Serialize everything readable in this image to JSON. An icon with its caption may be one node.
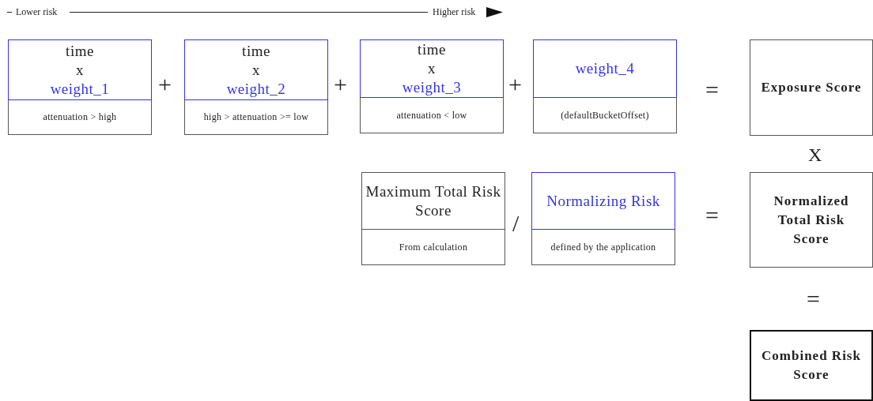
{
  "diagram": {
    "nodes": [
      {
        "text": [
          "time",
          "x",
          "weight_1",
          "attenuation > high"
        ]
      },
      {
        "text": [
          "time",
          "x",
          "weight_2",
          "high > attenuation >= low"
        ]
      },
      {
        "text": [
          "time",
          "x",
          "weight_3",
          "attenuation < low"
        ]
      },
      {
        "text": [
          "weight_4",
          "(defaultBucketOffset)"
        ]
      },
      {
        "text": [
          "Exposure Score"
        ]
      },
      {
        "text": [
          "Maximum Total Risk Score",
          "From calculation"
        ]
      },
      {
        "text": [
          "Normalizing Risk",
          "defined by the application"
        ]
      },
      {
        "text": [
          "Normalized Total Risk Score"
        ]
      },
      {
        "text": [
          "Combined Risk Score"
        ]
      }
    ],
    "edges": [],
    "labels": [
      "Lower risk",
      "Higher risk",
      "+",
      "+",
      "+",
      "=",
      "X",
      "/",
      "=",
      "="
    ]
  }
}
